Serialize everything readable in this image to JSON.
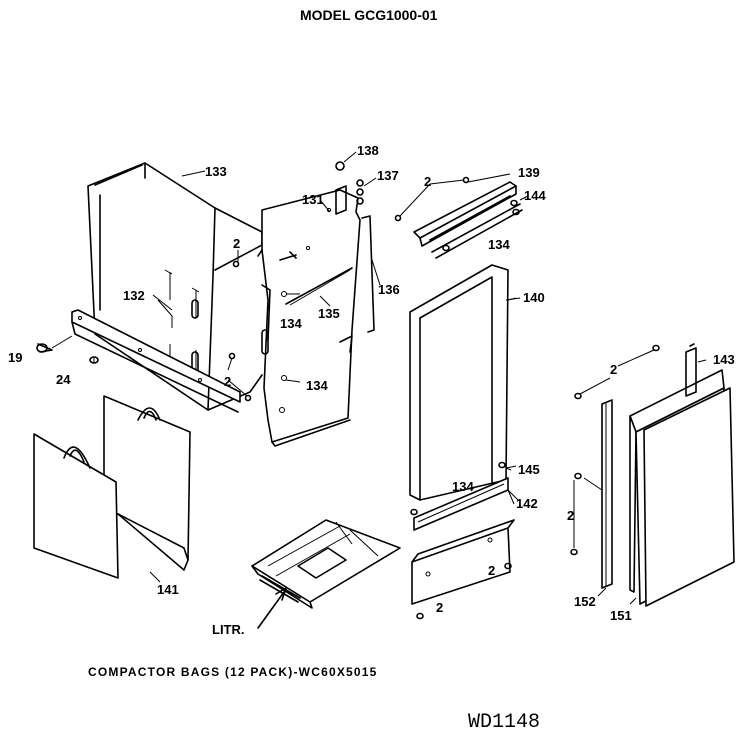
{
  "title": "MODEL GCG1000-01",
  "caption": "COMPACTOR BAGS (12 PACK)-WC60X5015",
  "drawing_code": "WD1148",
  "callouts": {
    "c133": "133",
    "c138": "138",
    "c137": "137",
    "c131": "131",
    "c139": "139",
    "c144": "144",
    "c2a": "2",
    "c2b": "2",
    "c134a": "134",
    "c136": "136",
    "c140": "140",
    "c132": "132",
    "c134b": "134",
    "c135": "135",
    "c19": "19",
    "c24": "24",
    "c2c": "2",
    "c134c": "134",
    "c143": "143",
    "c2d": "2",
    "c145": "145",
    "c134d": "134",
    "c142": "142",
    "c2e": "2",
    "c2f": "2",
    "c141": "141",
    "c2g": "2",
    "c152": "152",
    "c151": "151",
    "litr": "LITR."
  }
}
